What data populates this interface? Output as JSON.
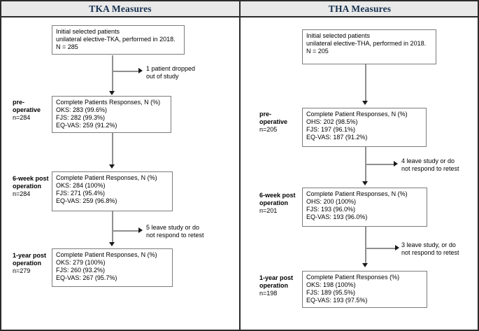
{
  "figure": {
    "colors": {
      "header_text": "#16304f",
      "header_bg": "#e9e9e9",
      "border": "#2b2b2b",
      "box_border": "#7d7d7d",
      "line": "#8f8f8f",
      "arrow": "#1a1a1a"
    },
    "left": {
      "title": "TKA Measures",
      "initial": {
        "l1": "Initial selected patients",
        "l2": "unilateral elective-TKA, performed in 2018.",
        "l3": "N = 285"
      },
      "drop1": {
        "l1": "1 patient dropped",
        "l2": "out of study"
      },
      "stage1": {
        "label1": "pre-",
        "label2": "operative",
        "n": "n=284",
        "b1": "Complete Patients Responses, N (%)",
        "b2": "OKS: 283 (99.6%)",
        "b3": "FJS: 282 (99.3%)",
        "b4": "EQ-VAS: 259 (91.2%)"
      },
      "stage2": {
        "label1": "6-week post",
        "label2": "operation",
        "n": "n=284",
        "b1": "Complete Patient Responses, N (%)",
        "b2": "OKS: 284 (100%)",
        "b3": "FJS: 271 (95.4%)",
        "b4": "EQ-VAS: 259 (96.8%)"
      },
      "drop2": {
        "l1": "5 leave study or do",
        "l2": "not respond to retest"
      },
      "stage3": {
        "label1": "1-year post",
        "label2": "operation",
        "n": "n=279",
        "b1": "Complete Patient Responses, N (%)",
        "b2": "OKS: 279 (100%)",
        "b3": "FJS: 260 (93.2%)",
        "b4": "EQ-VAS: 267 (95.7%)"
      }
    },
    "right": {
      "title": "THA Measures",
      "initial": {
        "l1": "Initial selected patients",
        "l2": "unilateral elective-THA, performed in 2018.",
        "l3": "N = 205"
      },
      "stage1": {
        "label1": "pre-",
        "label2": "operative",
        "n": "n=205",
        "b1": "Complete Patient Responses, N (%)",
        "b2": "OHS: 202 (98.5%)",
        "b3": "FJS: 197 (96.1%)",
        "b4": "EQ-VAS: 187 (91.2%)"
      },
      "drop1": {
        "l1": "4 leave study or do",
        "l2": "not respond to retest"
      },
      "stage2": {
        "label1": "6-week post",
        "label2": "operation",
        "n": "n=201",
        "b1": "Complete Patient Responses, N (%)",
        "b2": "OHS: 200 (100%)",
        "b3": "FJS: 193 (96.0%)",
        "b4": "EQ-VAS: 193 (96.0%)"
      },
      "drop2": {
        "l1": "3 leave study, or do",
        "l2": "not respond to retest"
      },
      "stage3": {
        "label1": "1-year post",
        "label2": "operation",
        "n": "n=198",
        "b1": "Complete Patient Responses (%)",
        "b2": "OKS: 198 (100%)",
        "b3": "FJS: 189 (95.5%)",
        "b4": "EQ-VAS: 193 (97.5%)"
      }
    }
  }
}
